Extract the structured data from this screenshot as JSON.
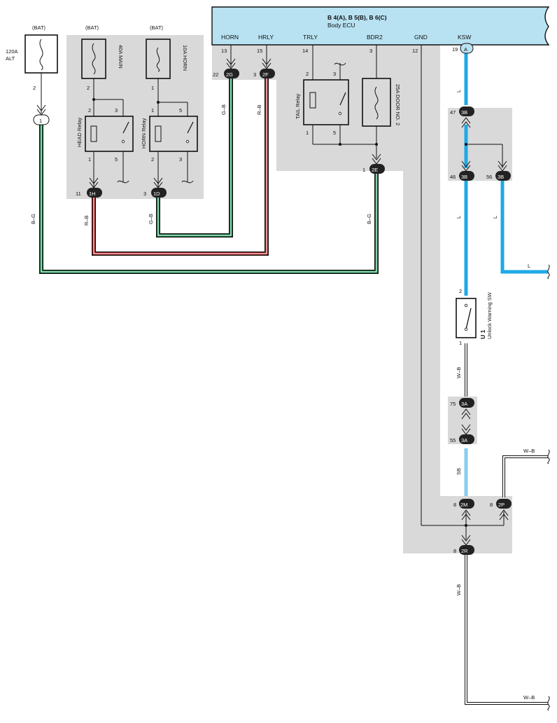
{
  "ecu": {
    "title": "B 4(A), B 5(B), B 6(C)",
    "subtitle": "Body ECU",
    "terminals": [
      "HORN",
      "HRLY",
      "TRLY",
      "BDR2",
      "GND",
      "KSW"
    ],
    "pins": [
      "13",
      "15",
      "14",
      "3",
      "12",
      "19"
    ],
    "ksw_connector": "A"
  },
  "bat_labels": [
    "(BAT)",
    "(BAT)",
    "(BAT)"
  ],
  "fuses": {
    "alt": "120A\nALT",
    "main": "40A MAIN",
    "horn": "10A HORN",
    "door": "25A DOOR NO. 2"
  },
  "relays": {
    "head": "HEAD Relay",
    "horn": "HORN Relay",
    "tail": "TAIL Relay"
  },
  "switch": {
    "code": "U 1",
    "name": "Unlock Warning SW"
  },
  "connectors": {
    "c1": "1",
    "c1H": "1H",
    "c1D": "1D",
    "c2G": "2G",
    "c2F": "2F",
    "c2E": "2E",
    "c3B": "3B",
    "c3A": "3A",
    "c2M": "2M",
    "c2P": "2P",
    "c2R": "2R"
  },
  "pin_numbers": {
    "alt_out": "2",
    "main_out": "2",
    "horn_out": "1",
    "head_2": "2",
    "head_3": "3",
    "head_1": "1",
    "head_5": "5",
    "hornr_1": "1",
    "hornr_5": "5",
    "hornr_2": "2",
    "hornr_3": "3",
    "tail_2": "2",
    "tail_3": "3",
    "tail_1": "1",
    "tail_5": "5",
    "p11": "11",
    "p3_1d": "3",
    "p22": "22",
    "p3_2f": "3",
    "p1_2e": "1",
    "p47": "47",
    "p46": "46",
    "p56": "56",
    "sw_2": "2",
    "sw_1": "1",
    "p75": "75",
    "p55": "55",
    "p8_2m": "8",
    "p8_2p": "8",
    "p8_2r": "8"
  },
  "wire_labels": {
    "bg_alt": "B–G",
    "rb_head": "R–B",
    "gb_horn": "G–B",
    "gb_ecu": "G–B",
    "rb_ecu": "R–B",
    "bg_door": "B–G",
    "l1": "L",
    "l2": "L",
    "l3": "L",
    "l_right": "L",
    "wb_sw": "W–B",
    "sb": "SB",
    "wb_right_top": "W–B",
    "wb_down": "W–B",
    "wb_right_bottom": "W–B"
  },
  "colors": {
    "ecu_fill": "#b8e2f2",
    "blue_wire": "#1ea9e6",
    "light_blue_wire": "#86cdf0",
    "red_wire": "#e0262b",
    "green_wire": "#17a35a",
    "zone": "#d9d9d9"
  }
}
